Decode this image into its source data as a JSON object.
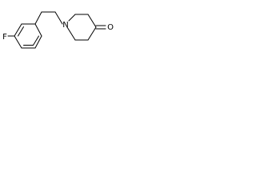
{
  "molecule": {
    "atoms": {
      "fluorine": "F",
      "nitrogen": "N",
      "oxygen": "O"
    },
    "colors": {
      "bond": "#000000",
      "label": "#000000",
      "background": "#ffffff"
    }
  }
}
